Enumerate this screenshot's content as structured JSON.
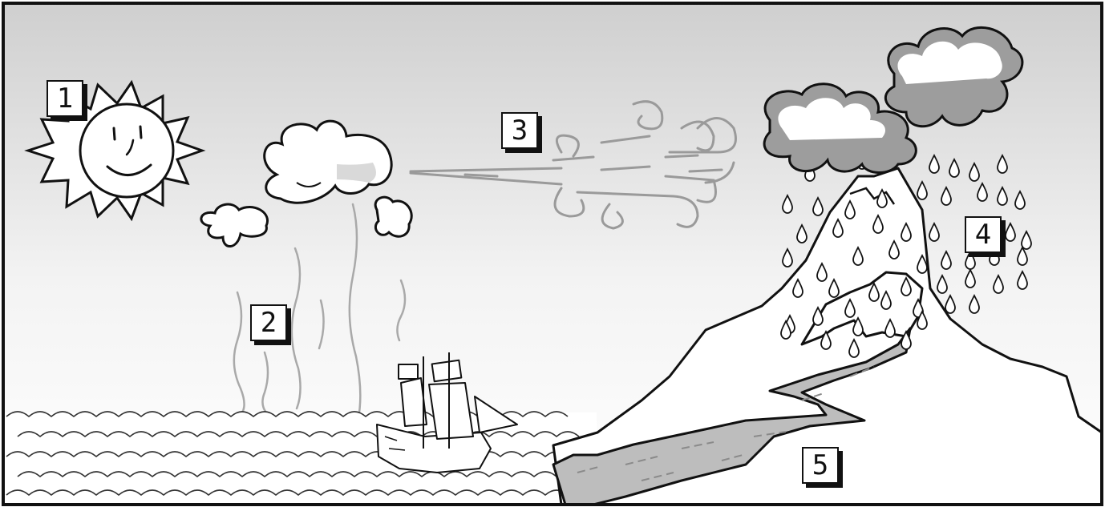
{
  "labels": {
    "sun": "1",
    "evaporation": "2",
    "wind": "3",
    "rain": "4",
    "river": "5"
  }
}
